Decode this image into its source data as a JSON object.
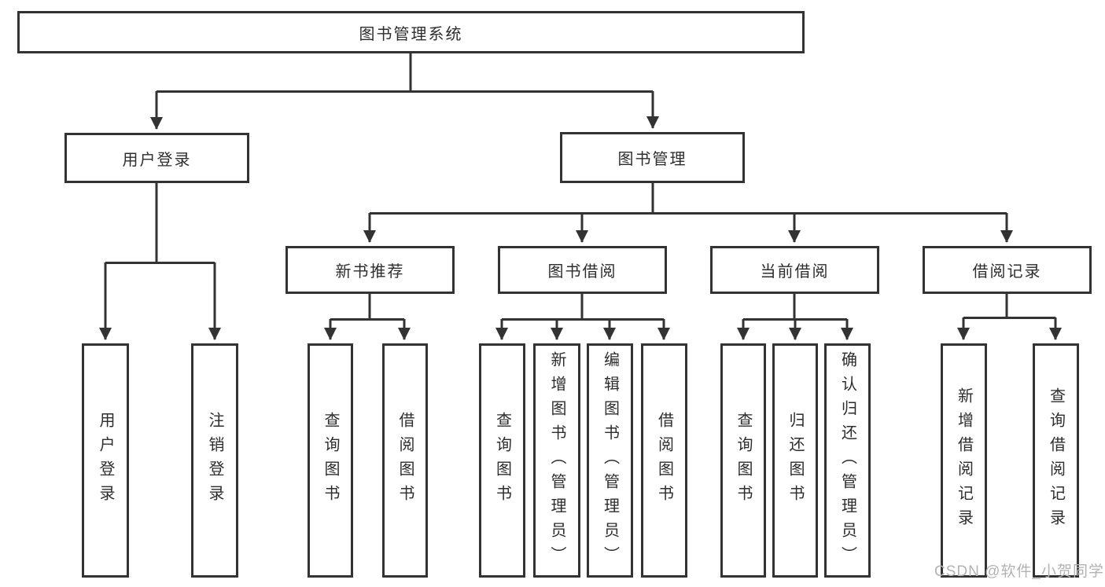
{
  "diagram": {
    "type": "hierarchy-tree",
    "nodes": {
      "root": "图书管理系统",
      "level2": [
        "用户登录",
        "图书管理"
      ],
      "level3": [
        "新书推荐",
        "图书借阅",
        "当前借阅",
        "借阅记录"
      ],
      "leaves_user_login": [
        "用户登录",
        "注销登录"
      ],
      "leaves_new_book": [
        "查询图书",
        "借阅图书"
      ],
      "leaves_book_borrow": [
        "查询图书",
        "新增图书（管理员）",
        "编辑图书（管理员）",
        "借阅图书"
      ],
      "leaves_current_borrow": [
        "查询图书",
        "归还图书",
        "确认归还（管理员）"
      ],
      "leaves_borrow_records": [
        "新增借阅记录",
        "查询借阅记录"
      ]
    },
    "edges": [
      [
        "图书管理系统",
        "用户登录"
      ],
      [
        "图书管理系统",
        "图书管理"
      ],
      [
        "用户登录",
        "用户登录(叶)"
      ],
      [
        "用户登录",
        "注销登录"
      ],
      [
        "图书管理",
        "新书推荐"
      ],
      [
        "图书管理",
        "图书借阅"
      ],
      [
        "图书管理",
        "当前借阅"
      ],
      [
        "图书管理",
        "借阅记录"
      ],
      [
        "新书推荐",
        "查询图书"
      ],
      [
        "新书推荐",
        "借阅图书"
      ],
      [
        "图书借阅",
        "查询图书"
      ],
      [
        "图书借阅",
        "新增图书（管理员）"
      ],
      [
        "图书借阅",
        "编辑图书（管理员）"
      ],
      [
        "图书借阅",
        "借阅图书"
      ],
      [
        "当前借阅",
        "查询图书"
      ],
      [
        "当前借阅",
        "归还图书"
      ],
      [
        "当前借阅",
        "确认归还（管理员）"
      ],
      [
        "借阅记录",
        "新增借阅记录"
      ],
      [
        "借阅记录",
        "查询借阅记录"
      ]
    ],
    "colors": {
      "line": "#333333",
      "box_border": "#333333",
      "box_fill": "#ffffff",
      "text": "#2d2d2d",
      "watermark": "#b3b3b3"
    }
  },
  "watermark": "CSDN @软件_小贺同学"
}
